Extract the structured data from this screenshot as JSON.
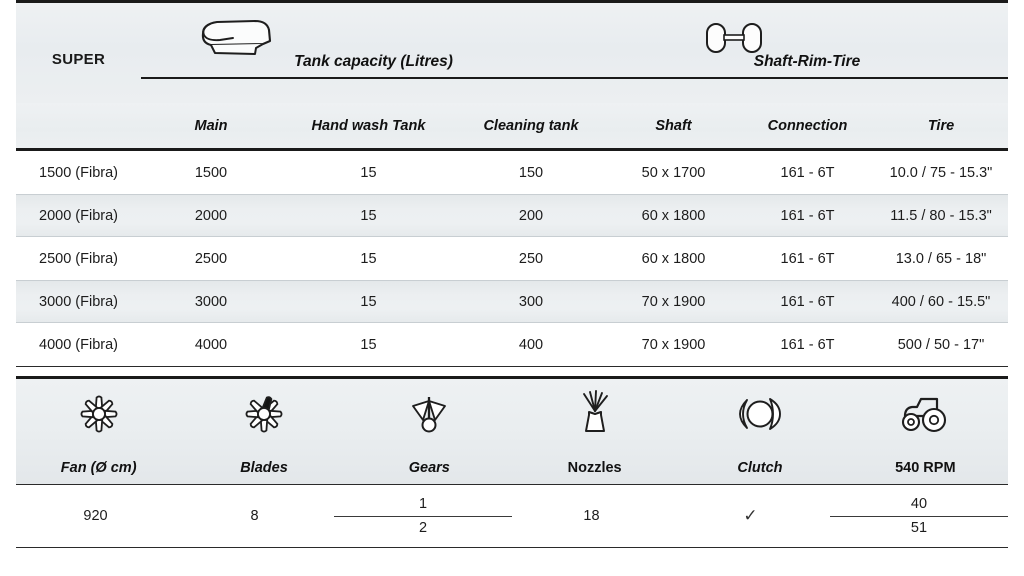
{
  "brand": "SUPER",
  "groups": [
    {
      "label": "Tank capacity (Litres)",
      "icon": "tank-icon"
    },
    {
      "label": "Shaft-Rim-Tire",
      "icon": "axle-icon"
    }
  ],
  "columns": [
    "Main",
    "Hand wash Tank",
    "Cleaning tank",
    "Shaft",
    "Connection",
    "Tire"
  ],
  "rows": [
    {
      "model": "1500 (Fibra)",
      "main": "1500",
      "hand_wash": "15",
      "cleaning": "150",
      "shaft": "50 x 1700",
      "connection": "161 - 6T",
      "tire": "10.0 / 75 - 15.3\""
    },
    {
      "model": "2000 (Fibra)",
      "main": "2000",
      "hand_wash": "15",
      "cleaning": "200",
      "shaft": "60 x 1800",
      "connection": "161 - 6T",
      "tire": "11.5 / 80 - 15.3\""
    },
    {
      "model": "2500 (Fibra)",
      "main": "2500",
      "hand_wash": "15",
      "cleaning": "250",
      "shaft": "60 x 1800",
      "connection": "161 - 6T",
      "tire": "13.0 / 65 - 18\""
    },
    {
      "model": "3000 (Fibra)",
      "main": "3000",
      "hand_wash": "15",
      "cleaning": "300",
      "shaft": "70 x 1900",
      "connection": "161 - 6T",
      "tire": "400 / 60 - 15.5\""
    },
    {
      "model": "4000 (Fibra)",
      "main": "4000",
      "hand_wash": "15",
      "cleaning": "400",
      "shaft": "70 x 1900",
      "connection": "161 - 6T",
      "tire": "500 / 50 - 17\""
    }
  ],
  "features": [
    {
      "label": "Fan (Ø cm)",
      "icon": "fan-icon",
      "value": "920"
    },
    {
      "label": "Blades",
      "icon": "blade-icon",
      "value": "8"
    },
    {
      "label": "Gears",
      "icon": "gearshift-icon",
      "value_top": "1",
      "value_bottom": "2"
    },
    {
      "label": "Nozzles",
      "icon": "nozzle-icon",
      "value": "18"
    },
    {
      "label": "Clutch",
      "icon": "clutch-icon",
      "value": "✓"
    },
    {
      "label": "540 RPM",
      "icon": "tractor-icon",
      "value_top": "40",
      "value_bottom": "51"
    }
  ],
  "colors": {
    "rule": "#1a1a1a",
    "stripe": "#e9edef",
    "text": "#1c1c1c"
  }
}
